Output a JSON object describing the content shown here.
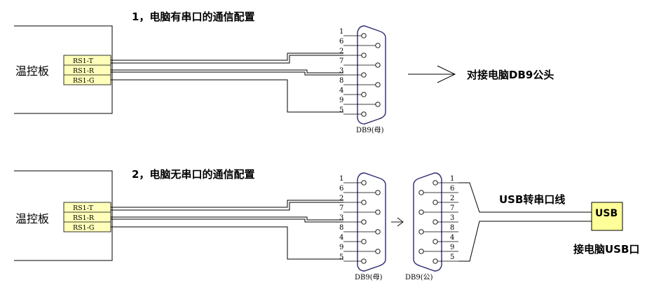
{
  "colors": {
    "line": "#000000",
    "connector": "#2a2a6e",
    "terminal_fill": "#ffffbb",
    "usb_fill": "#ffff99"
  },
  "section1": {
    "title": "1，电脑有串口的通信配置",
    "board_label": "温控板",
    "terminals": [
      "RS1-T",
      "RS1-R",
      "RS1-G"
    ],
    "connector": {
      "pins": [
        "1",
        "6",
        "2",
        "7",
        "3",
        "8",
        "4",
        "9",
        "5"
      ],
      "label": "DB9(母)"
    },
    "target_label": "对接电脑DB9公头"
  },
  "section2": {
    "title": "2，电脑无串口的通信配置",
    "board_label": "温控板",
    "terminals": [
      "RS1-T",
      "RS1-R",
      "RS1-G"
    ],
    "connector_female": {
      "pins": [
        "1",
        "6",
        "2",
        "7",
        "3",
        "8",
        "4",
        "9",
        "5"
      ],
      "label": "DB9(母)"
    },
    "connector_male": {
      "pins": [
        "1",
        "6",
        "2",
        "7",
        "3",
        "8",
        "4",
        "9",
        "5"
      ],
      "label": "DB9(公)"
    },
    "cable_label": "USB转串口线",
    "usb_box_label": "USB",
    "usb_caption": "接电脑USB口"
  }
}
